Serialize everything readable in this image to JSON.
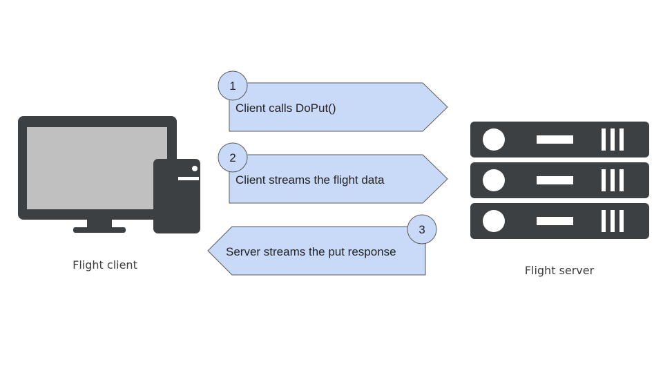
{
  "colors": {
    "arrow_fill": "#c9daf8",
    "arrow_stroke": "#595959",
    "device": "#3c4043",
    "screen": "#c0c0c0",
    "text": "#222222"
  },
  "client": {
    "label": "Flight client",
    "icon": "desktop-computer-icon"
  },
  "server": {
    "label": "Flight server",
    "icon": "server-rack-icon"
  },
  "steps": [
    {
      "number": "1",
      "text": "Client calls DoPut()",
      "direction": "right"
    },
    {
      "number": "2",
      "text": "Client streams the flight data",
      "direction": "right"
    },
    {
      "number": "3",
      "text": "Server streams the put response",
      "direction": "left"
    }
  ]
}
